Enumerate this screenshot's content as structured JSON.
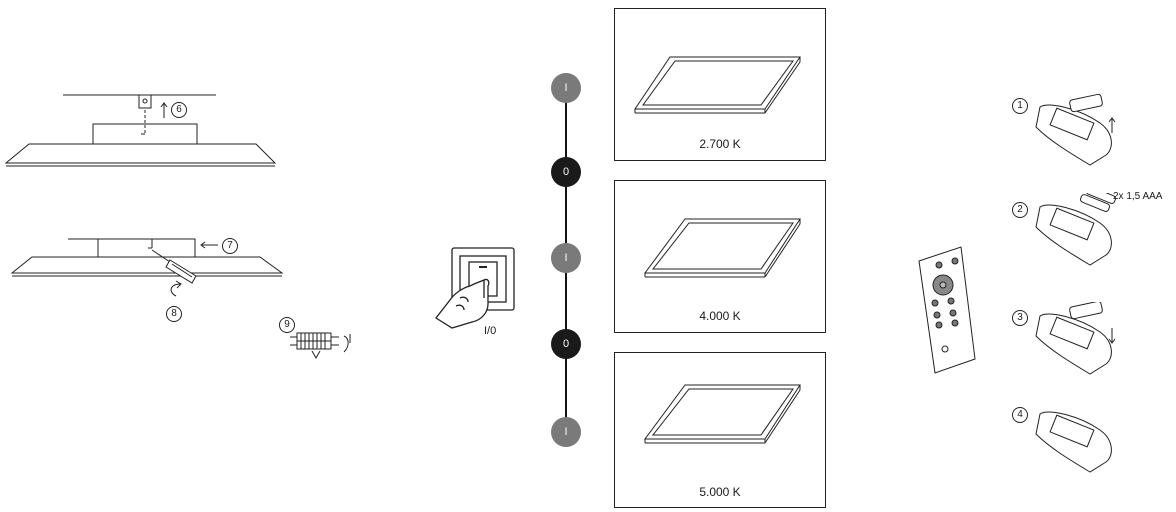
{
  "install": {
    "step6": "6",
    "step7": "7",
    "step8": "8",
    "step9": "9"
  },
  "switch": {
    "label": "I/0"
  },
  "sequence": {
    "states": [
      "I",
      "0",
      "I",
      "0",
      "I"
    ]
  },
  "temperatures": [
    "2.700 K",
    "4.000 K",
    "5.000 K"
  ],
  "remote": {
    "battery_steps": [
      "1",
      "2",
      "3",
      "4"
    ],
    "battery_spec": "2x 1,5 AAA"
  }
}
